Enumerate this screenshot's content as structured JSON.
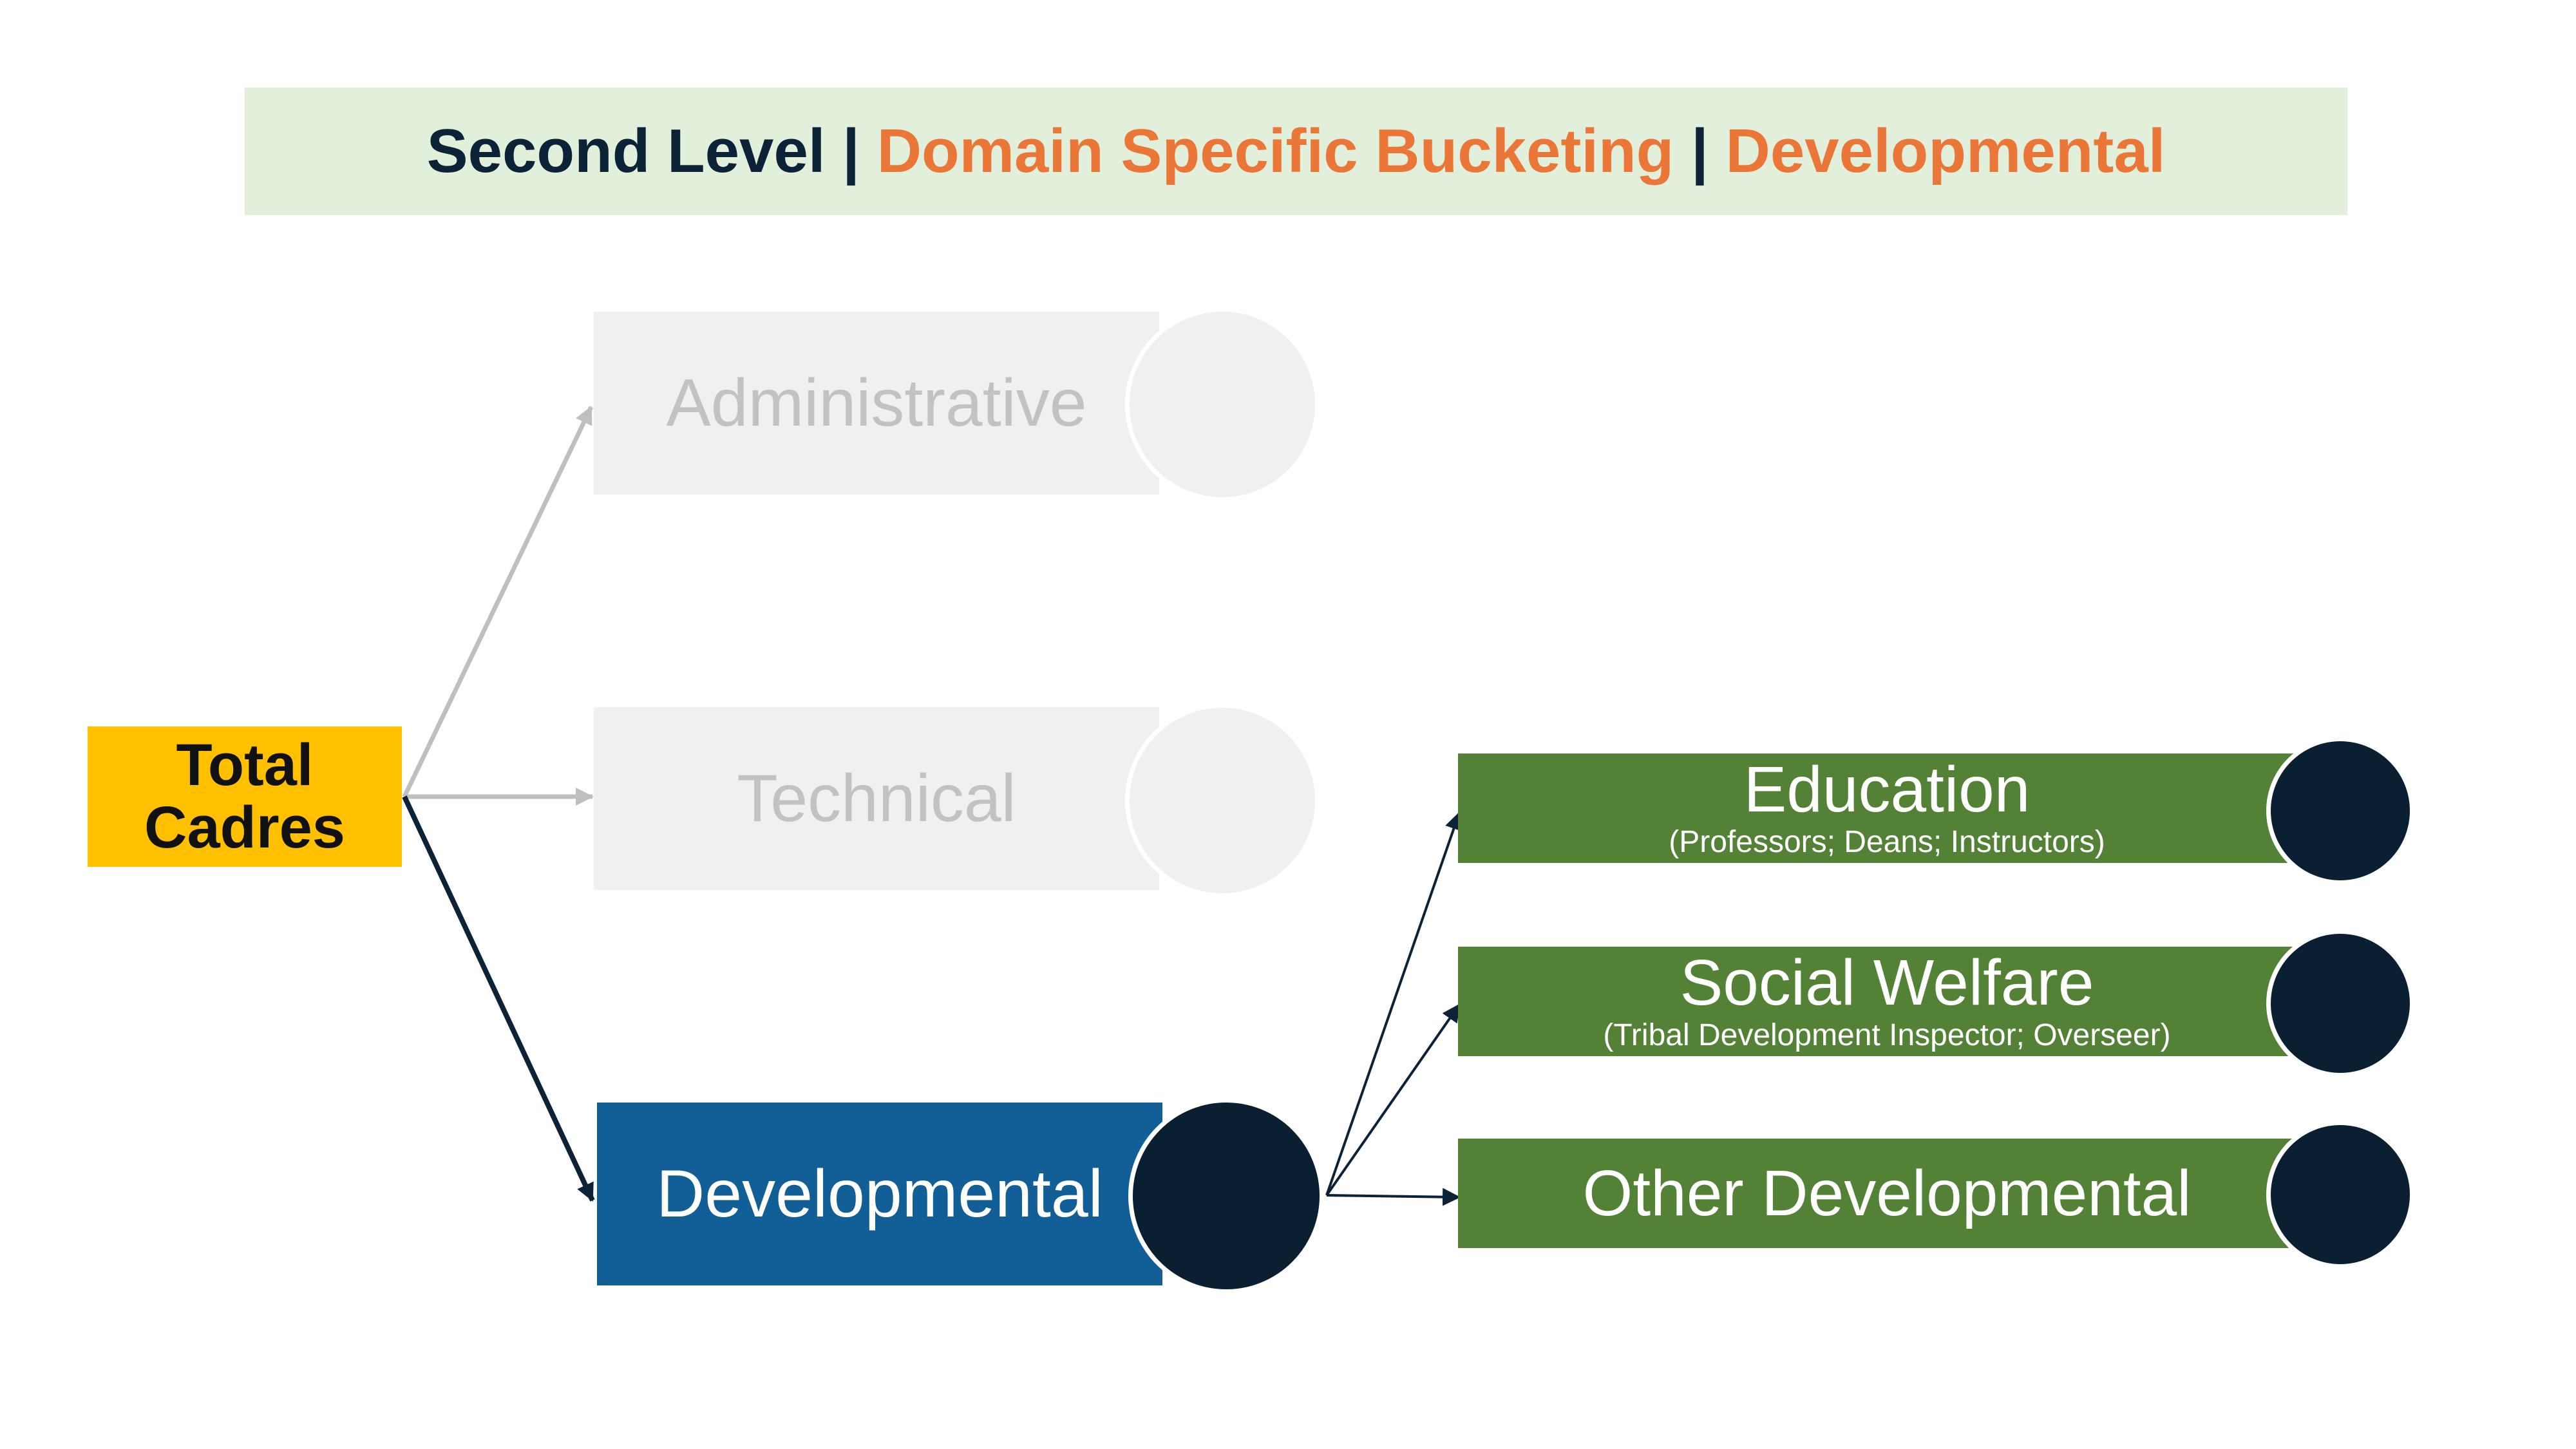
{
  "title": {
    "part1": "Second Level",
    "sep1": " | ",
    "part2": "Domain Specific Bucketing",
    "sep2": " | ",
    "part3": "Developmental"
  },
  "root": {
    "line1": "Total",
    "line2": "Cadres"
  },
  "categories": [
    {
      "label": "Administrative",
      "state": "dimmed"
    },
    {
      "label": "Technical",
      "state": "dimmed"
    },
    {
      "label": "Developmental",
      "state": "highlighted"
    }
  ],
  "subcategories": [
    {
      "title": "Education",
      "description": "(Professors; Deans; Instructors)"
    },
    {
      "title": "Social Welfare",
      "description": "(Tribal Development Inspector; Overseer)"
    },
    {
      "title": "Other Developmental",
      "description": ""
    }
  ],
  "colors": {
    "banner_bg": "#e2efda",
    "title_dark": "#0c2236",
    "title_accent": "#ea7637",
    "root_bg": "#ffc000",
    "dimmed_bg": "#f0f0f0",
    "dimmed_text": "#c2c2c2",
    "highlight_bg": "#125e96",
    "circle_dark": "#0a1f31",
    "sub_bg": "#538135",
    "arrow_dim": "#bfbfbf",
    "arrow_dark": "#0c2236"
  }
}
